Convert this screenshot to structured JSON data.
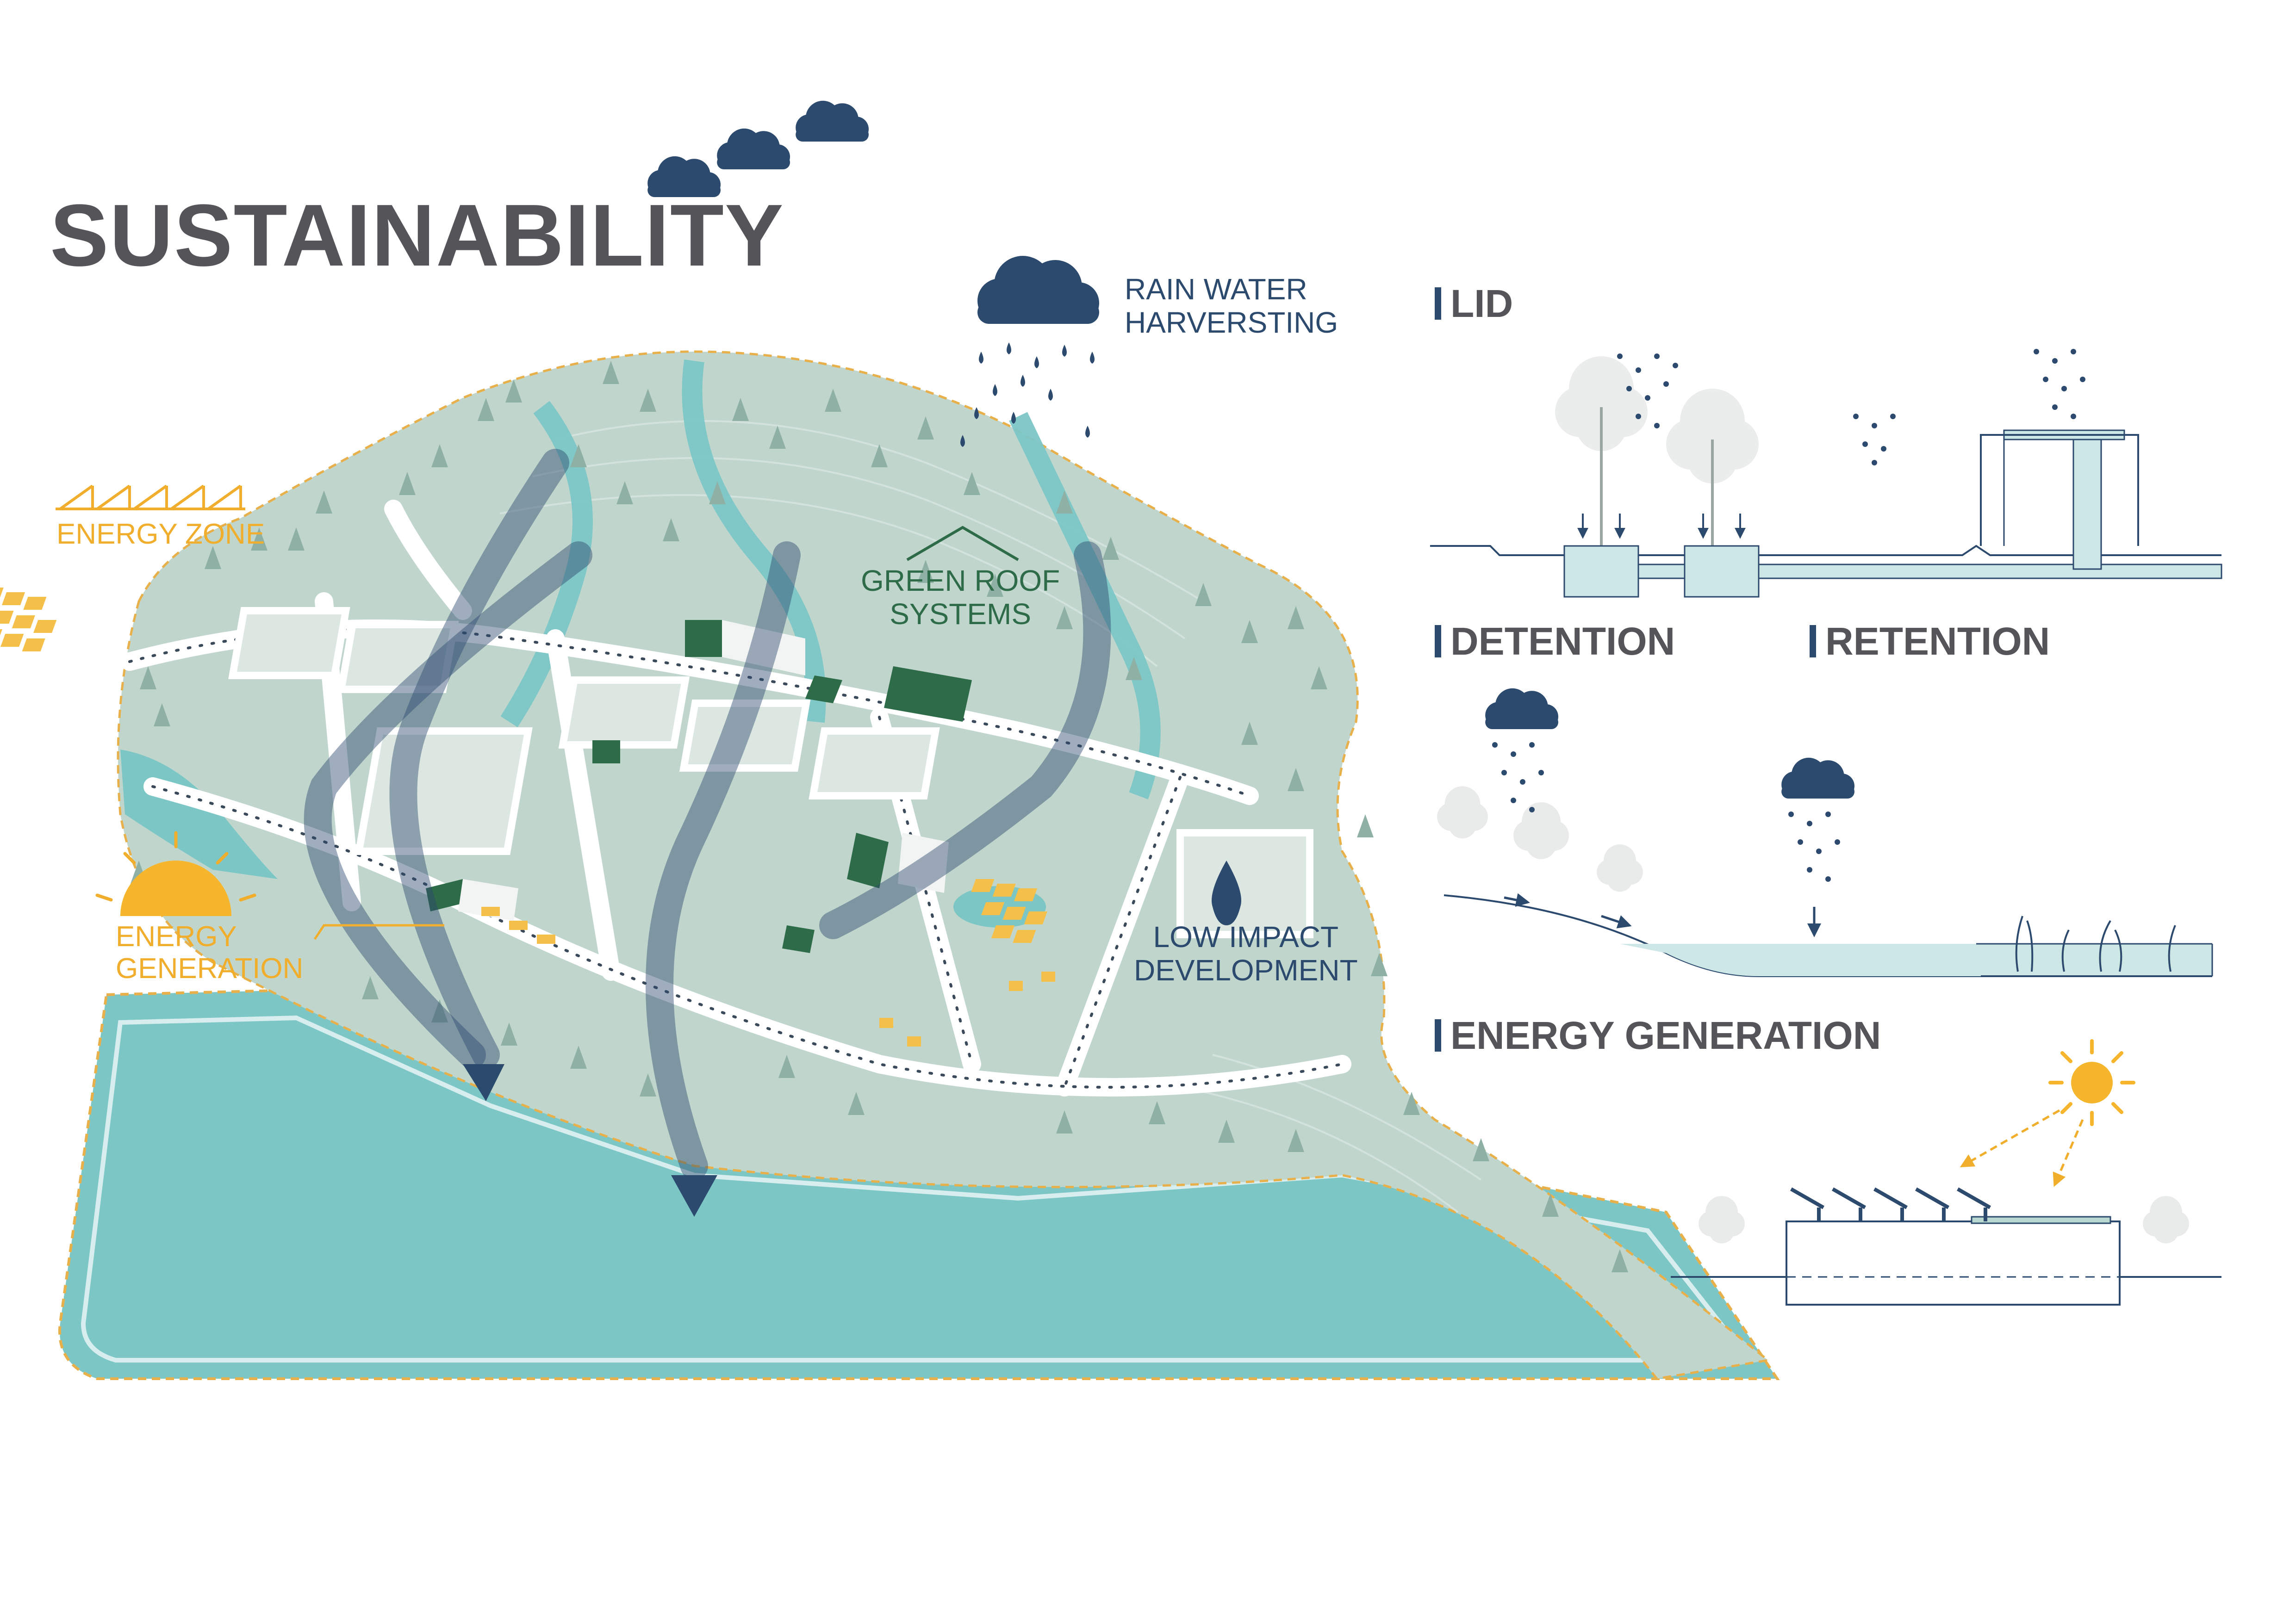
{
  "page": {
    "title": "SUSTAINABILITY"
  },
  "map_labels": {
    "rain_water": [
      "RAIN WATER",
      "HARVERSTING"
    ],
    "energy_zone": "ENERGY ZONE",
    "green_roof": [
      "GREEN ROOF",
      "SYSTEMS"
    ],
    "energy_generation": [
      "ENERGY",
      "GENERATION"
    ],
    "low_impact": [
      "LOW IMPACT",
      "DEVELOPMENT"
    ]
  },
  "panels": {
    "lid": {
      "heading": "LID"
    },
    "detention": {
      "heading": "DETENTION"
    },
    "retention": {
      "heading": "RETENTION"
    },
    "energy_generation": {
      "heading": "ENERGY GENERATION"
    }
  },
  "colors": {
    "title_gray": "#555559",
    "navy": "#2c4a6e",
    "orange": "#f0ae2c",
    "green_dark": "#2e6b48",
    "water": "#7cc6c6",
    "land": "#c0d6cd",
    "tree": "#8fb0a4"
  }
}
